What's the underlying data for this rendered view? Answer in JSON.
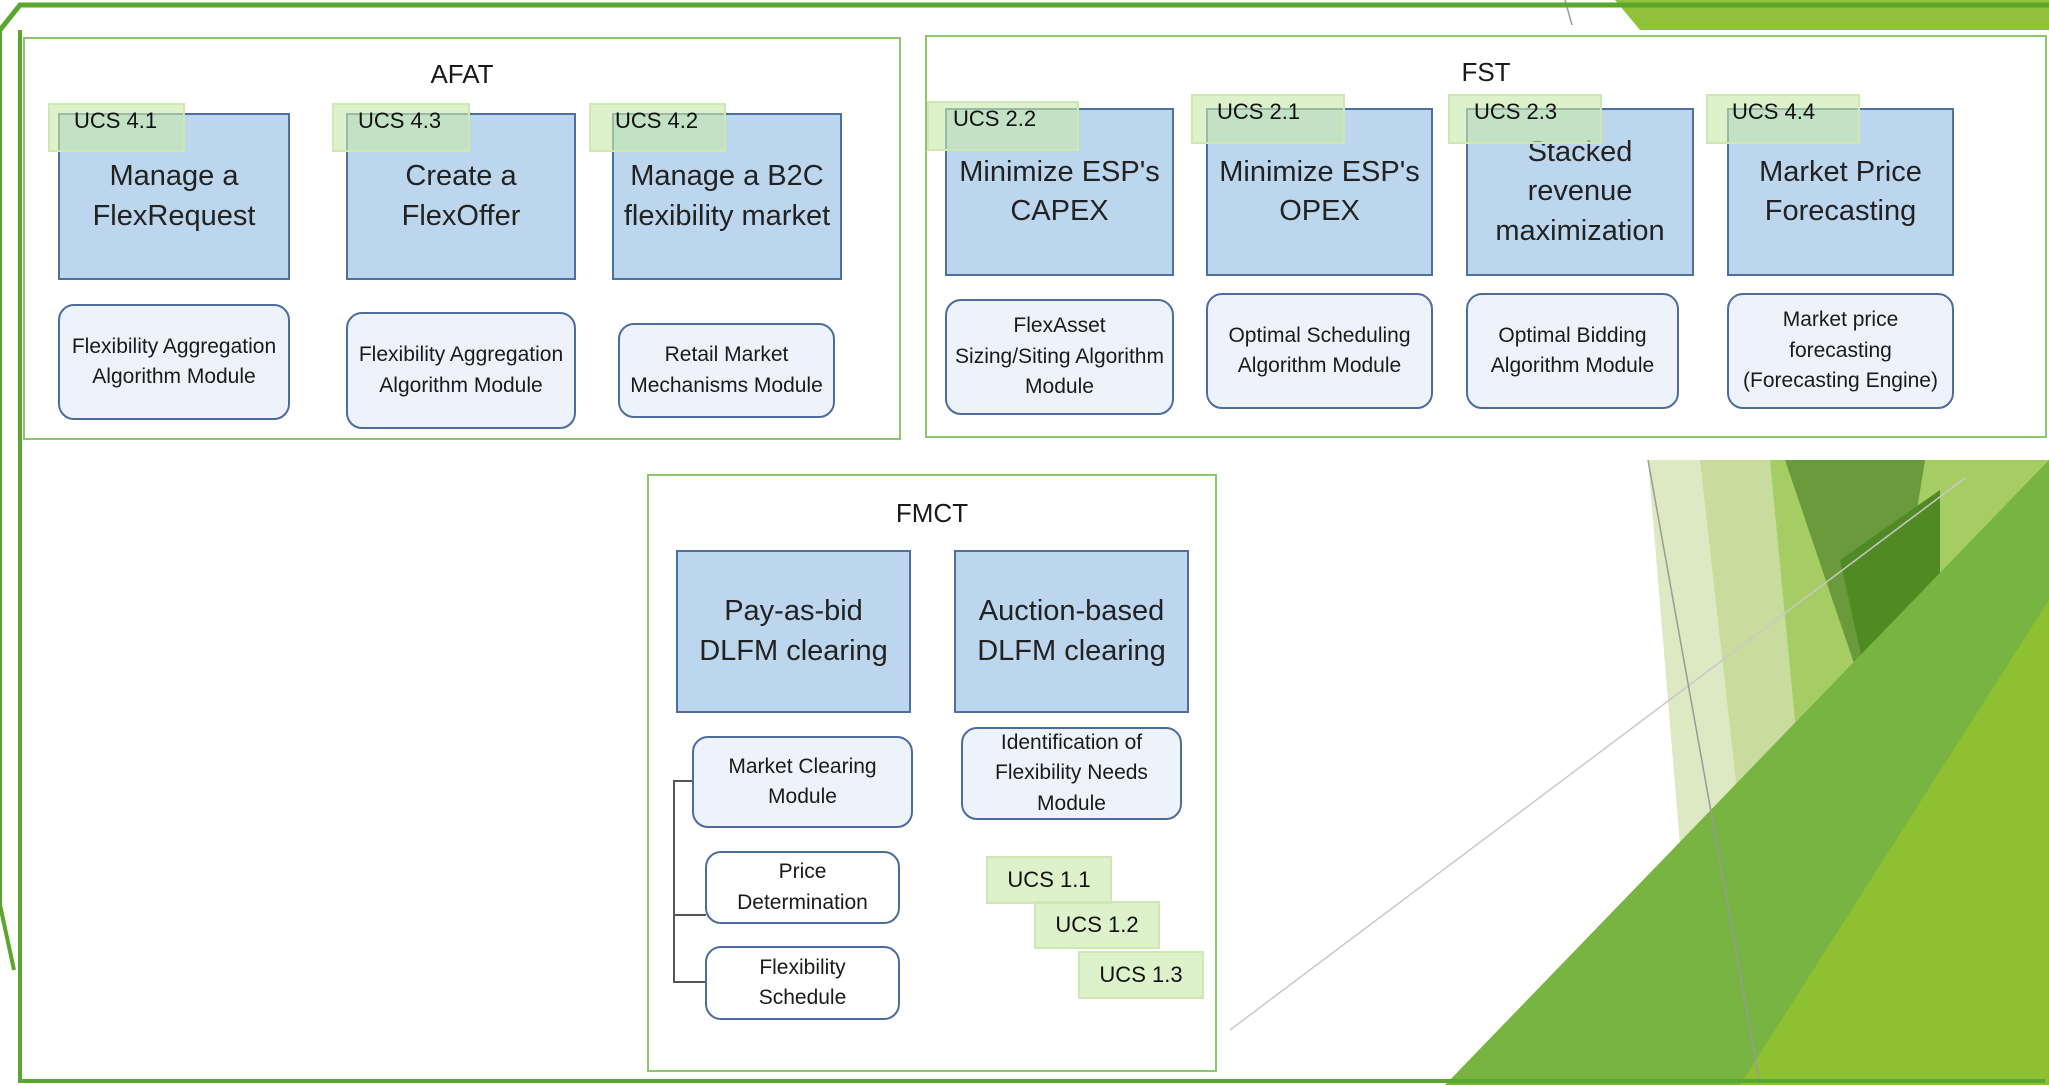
{
  "afat": {
    "title": "AFAT",
    "use_cases": [
      {
        "tag": "UCS 4.1",
        "label": "Manage a FlexRequest",
        "module": "Flexibility Aggregation Algorithm Module"
      },
      {
        "tag": "UCS 4.3",
        "label": "Create a FlexOffer",
        "module": "Flexibility Aggregation Algorithm Module"
      },
      {
        "tag": "UCS 4.2",
        "label": "Manage a B2C flexibility market",
        "module": "Retail Market Mechanisms Module"
      }
    ]
  },
  "fst": {
    "title": "FST",
    "use_cases": [
      {
        "tag": "UCS 2.2",
        "label": "Minimize ESP's CAPEX",
        "module": "FlexAsset Sizing/Siting Algorithm Module"
      },
      {
        "tag": "UCS 2.1",
        "label": "Minimize ESP's OPEX",
        "module": "Optimal Scheduling Algorithm Module"
      },
      {
        "tag": "UCS 2.3",
        "label": "Stacked revenue maximization",
        "module": "Optimal Bidding Algorithm Module"
      },
      {
        "tag": "UCS 4.4",
        "label": "Market Price Forecasting",
        "module": "Market price forecasting (Forecasting Engine)"
      }
    ]
  },
  "fmct": {
    "title": "FMCT",
    "use_cases": [
      {
        "label": "Pay-as-bid DLFM clearing"
      },
      {
        "label": "Auction-based DLFM clearing"
      }
    ],
    "modules": {
      "market_clearing": "Market Clearing Module",
      "price_determination": "Price Determination",
      "flexibility_schedule": "Flexibility Schedule",
      "identification": "Identification of Flexibility Needs Module"
    },
    "tags": [
      "UCS 1.1",
      "UCS 1.2",
      "UCS 1.3"
    ]
  },
  "colors": {
    "use_case_fill": "#bcd6ee",
    "module_fill": "#eef3fb",
    "panel_border": "#8cc76a",
    "tag_fill": "#c8e9aa",
    "slide_frame": "#5aa72e"
  }
}
